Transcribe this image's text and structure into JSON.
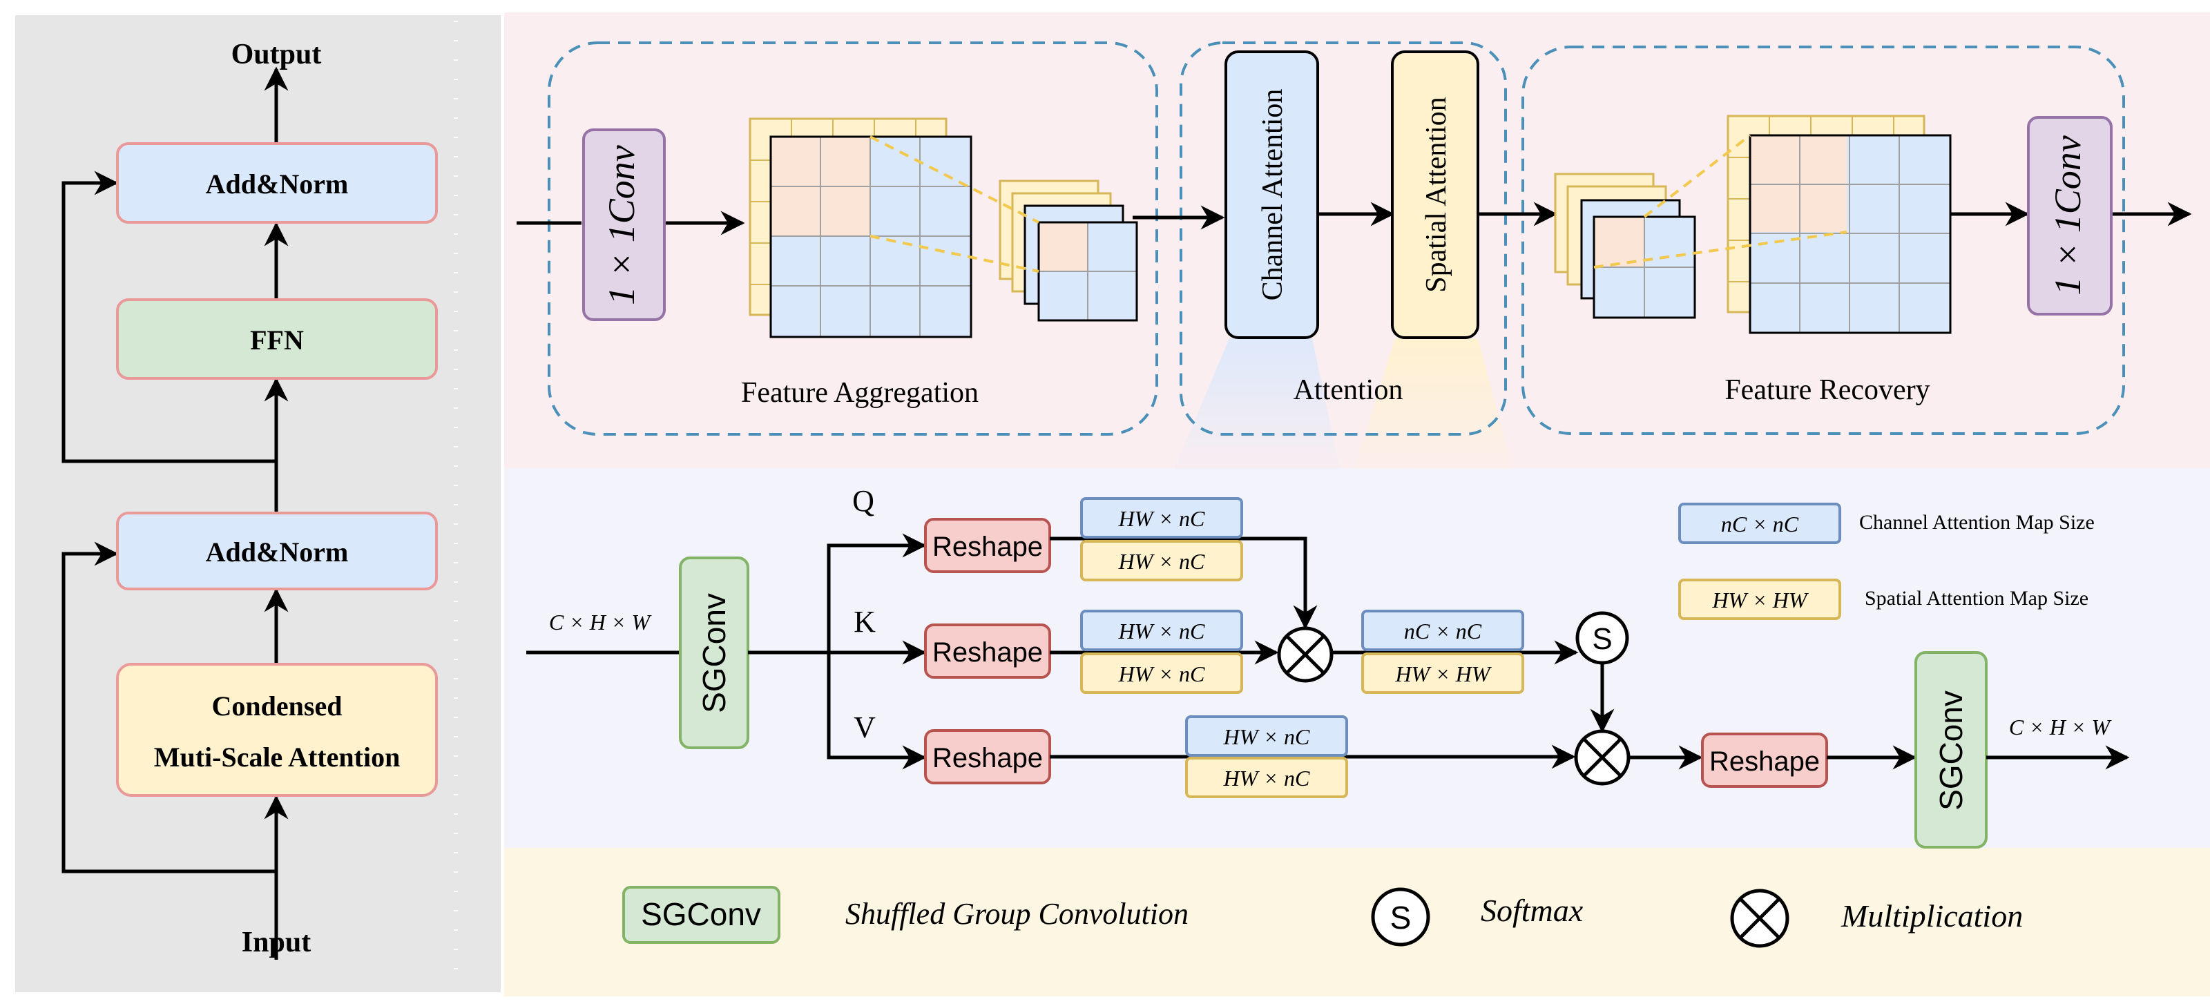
{
  "encoder": {
    "output_label": "Output",
    "input_label": "Input",
    "add_norm_top": "Add&Norm",
    "ffn": "FFN",
    "add_norm_bottom": "Add&Norm",
    "cmsa_line1": "Condensed",
    "cmsa_line2": "Muti-Scale Attention"
  },
  "top_panel": {
    "conv_left": "1 × 1Conv",
    "conv_right": "1 × 1Conv",
    "feature_aggregation": "Feature Aggregation",
    "attention": "Attention",
    "feature_recovery": "Feature Recovery",
    "channel_attention": "Channel Attention",
    "spatial_attention": "Spatial Attention"
  },
  "mid_panel": {
    "input_shape": "C × H × W",
    "output_shape": "C × H × W",
    "sgconv": "SGConv",
    "q": "Q",
    "k": "K",
    "v": "V",
    "reshape": "Reshape",
    "hw_nc": "HW × nC",
    "nc_nc": "nC × nC",
    "hw_hw": "HW × HW",
    "softmax_symbol": "S",
    "legend_channel_box": "nC × nC",
    "legend_channel": "Channel Attention Map Size",
    "legend_spatial_box": "HW × HW",
    "legend_spatial": "Spatial Attention Map Size"
  },
  "bottom_legend": {
    "sgconv": "SGConv",
    "sgconv_desc": "Shuffled Group Convolution",
    "softmax_symbol": "S",
    "softmax_desc": "Softmax",
    "mult_desc": "Multiplication"
  },
  "colors": {
    "left_bg": "#e6e6e6",
    "top_bg": "#fbeef0",
    "mid_bg": "#f3f3fb",
    "bottom_bg": "#fdf6e3",
    "blue_fill": "#dae8fc",
    "blue_stroke": "#6c8ebf",
    "yellow_fill": "#fff2cc",
    "yellow_stroke": "#d6b656",
    "green_fill": "#d5e8d4",
    "green_stroke": "#82b366",
    "red_fill": "#f8cecc",
    "red_stroke": "#b85450",
    "purple_fill": "#e1d5e7",
    "purple_stroke": "#9673a6",
    "orange_fill": "#fbe5d6"
  }
}
